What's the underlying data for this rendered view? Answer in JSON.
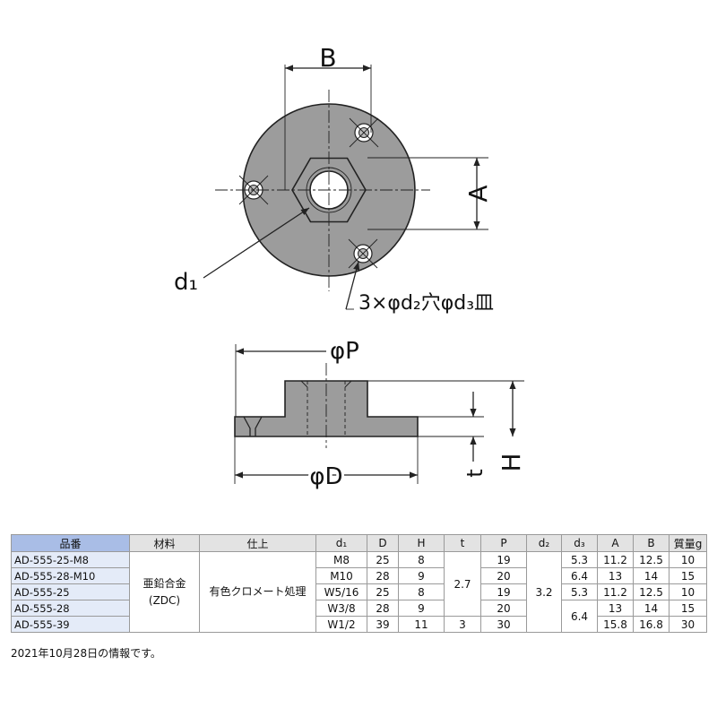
{
  "drawing": {
    "top_view": {
      "dim_B": "B",
      "dim_A": "A",
      "dim_d1": "d1",
      "hole_note": "3×φd2穴φd3皿"
    },
    "side_view": {
      "dim_P": "φP",
      "dim_D": "φD",
      "dim_t": "t",
      "dim_H": "H"
    }
  },
  "table": {
    "headers": [
      "品番",
      "材料",
      "仕上",
      "d1",
      "D",
      "H",
      "t",
      "P",
      "d2",
      "d3",
      "A",
      "B",
      "質量g"
    ],
    "material": "亜鉛合金\n(ZDC)",
    "finish": "有色クロメート処理",
    "t_merged": "2.7",
    "d2_merged": "3.2",
    "d3_merged": "6.4",
    "rows": [
      {
        "code": "AD-555-25-M8",
        "d1": "M8",
        "D": "25",
        "H": "8",
        "t": "",
        "P": "19",
        "d3": "5.3",
        "A": "11.2",
        "B": "12.5",
        "mass": "10"
      },
      {
        "code": "AD-555-28-M10",
        "d1": "M10",
        "D": "28",
        "H": "9",
        "t": "",
        "P": "20",
        "d3": "6.4",
        "A": "13",
        "B": "14",
        "mass": "15"
      },
      {
        "code": "AD-555-25",
        "d1": "W5/16",
        "D": "25",
        "H": "8",
        "t": "",
        "P": "19",
        "d3": "5.3",
        "A": "11.2",
        "B": "12.5",
        "mass": "10"
      },
      {
        "code": "AD-555-28",
        "d1": "W3/8",
        "D": "28",
        "H": "9",
        "t": "",
        "P": "20",
        "d3": "",
        "A": "13",
        "B": "14",
        "mass": "15"
      },
      {
        "code": "AD-555-39",
        "d1": "W1/2",
        "D": "39",
        "H": "11",
        "t": "3",
        "P": "30",
        "d3": "",
        "A": "15.8",
        "B": "16.8",
        "mass": "30"
      }
    ]
  },
  "note": "2021年10月28日の情報です。"
}
